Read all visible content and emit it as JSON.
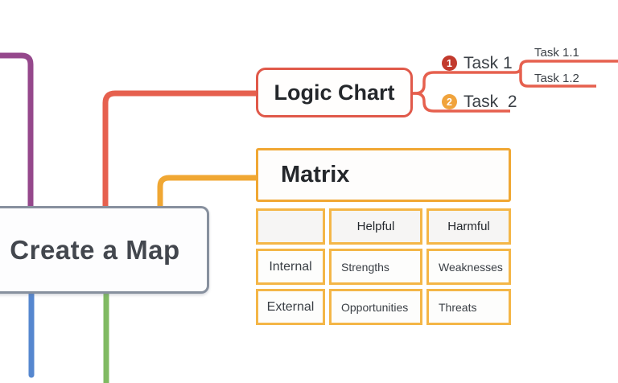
{
  "central_topic": {
    "label": "Create a Map",
    "border_color": "#87909e"
  },
  "branches": {
    "purple": {
      "color": "#95488c"
    },
    "red": {
      "color": "#e6604e"
    },
    "yellow": {
      "color": "#f0a733"
    },
    "blue": {
      "color": "#5687cf"
    },
    "green": {
      "color": "#80ba62"
    }
  },
  "logic_chart": {
    "label": "Logic Chart",
    "tasks": [
      {
        "badge": "1",
        "badge_color": "#c23a2d",
        "label": "Task 1"
      },
      {
        "badge": "2",
        "badge_color": "#f0a33c",
        "label": "Task  2"
      }
    ],
    "subtasks": [
      {
        "label": "Task 1.1"
      },
      {
        "label": "Task 1.2"
      }
    ]
  },
  "matrix": {
    "label": "Matrix",
    "table": {
      "header": [
        "",
        "Helpful",
        "Harmful"
      ],
      "rows": [
        {
          "label": "Internal",
          "values": [
            "Strengths",
            "Weaknesses"
          ]
        },
        {
          "label": "External",
          "values": [
            "Opportunities",
            "Threats"
          ]
        }
      ]
    }
  }
}
